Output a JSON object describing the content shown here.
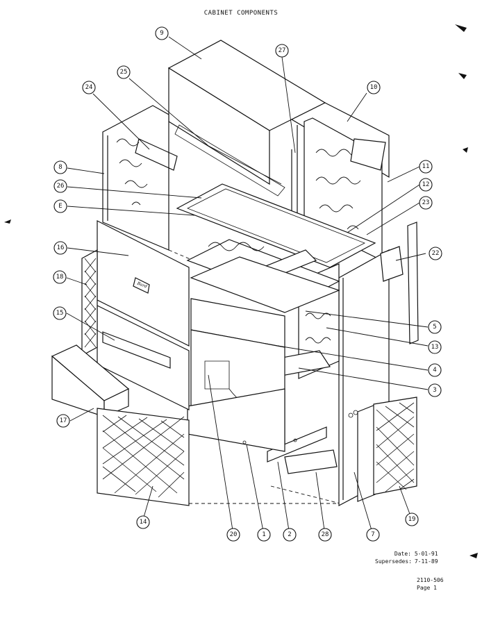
{
  "title": "CABINET COMPONENTS",
  "date_label": "Date:",
  "date_value": "5-01-91",
  "supersedes_label": "Supersedes:",
  "supersedes_value": "7-11-89",
  "doc_number": "2110-506",
  "page": "Page 1",
  "panel_logo": "Bard",
  "callouts": [
    "9",
    "27",
    "25",
    "24",
    "10",
    "8",
    "11",
    "26",
    "12",
    "E",
    "23",
    "16",
    "22",
    "18",
    "5",
    "15",
    "13",
    "4",
    "3",
    "17",
    "14",
    "20",
    "1",
    "2",
    "28",
    "7",
    "19"
  ]
}
